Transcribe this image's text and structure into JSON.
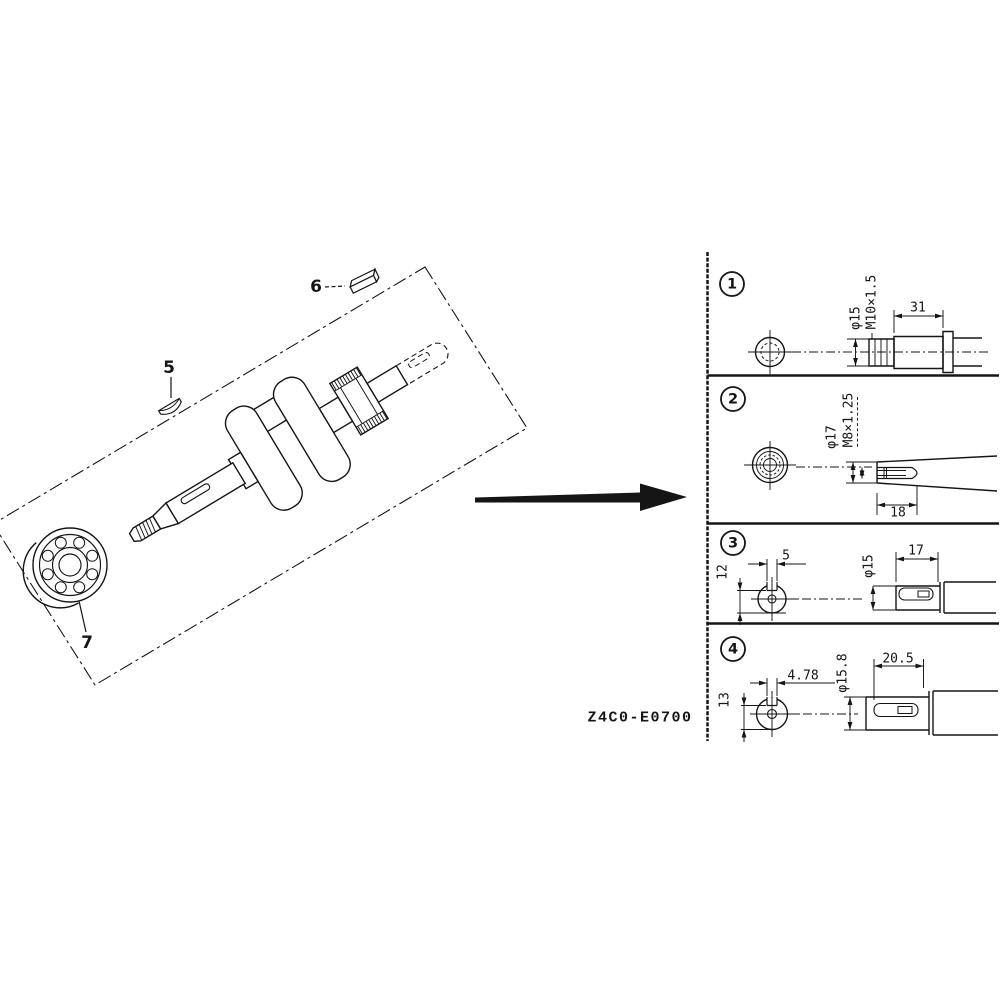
{
  "colors": {
    "ink": "#151515",
    "paper": "#ffffff"
  },
  "figure_code": "Z4C0-E0700",
  "exploded_view": {
    "callouts": [
      {
        "label": "5"
      },
      {
        "label": "6"
      },
      {
        "label": "7"
      }
    ]
  },
  "detail_panel": {
    "sections": [
      {
        "number": "1",
        "dims": {
          "diameter": "φ15",
          "thread": "M10×1.5",
          "length": "31"
        }
      },
      {
        "number": "2",
        "dims": {
          "diameter": "φ17",
          "thread": "M8×1.25",
          "depth": "18"
        }
      },
      {
        "number": "3",
        "dims": {
          "key_offset": "12",
          "key_width": "5",
          "diameter": "φ15",
          "key_length": "17"
        }
      },
      {
        "number": "4",
        "dims": {
          "key_offset": "13",
          "key_width": "4.78",
          "diameter": "φ15.8",
          "key_length": "20.5"
        }
      }
    ]
  }
}
